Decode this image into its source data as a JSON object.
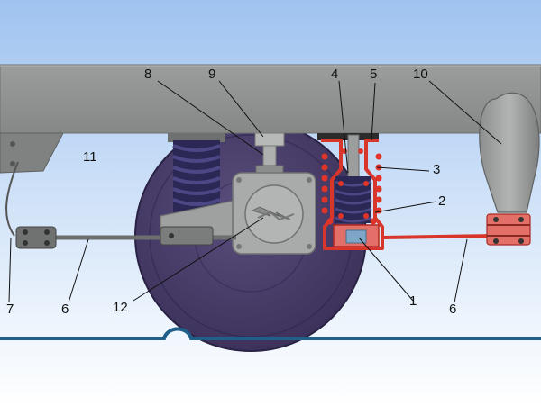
{
  "colors": {
    "sky_top": "#9fc3f0",
    "sky_bottom": "#ffffff",
    "frame": "#8f9290",
    "wheel": "#4a3f6b",
    "spring": "#2f2c5c",
    "red": "#d9362b",
    "rail": "#1f5f8a",
    "housing": "#a9abaa"
  },
  "icons": [
    "lightning-arrow-icon"
  ],
  "labels": {
    "n1": "1",
    "n2": "2",
    "n3": "3",
    "n4": "4",
    "n5": "5",
    "n6a": "6",
    "n6b": "6",
    "n7": "7",
    "n8": "8",
    "n9": "9",
    "n10": "10",
    "n11": "11",
    "n12": "12"
  }
}
